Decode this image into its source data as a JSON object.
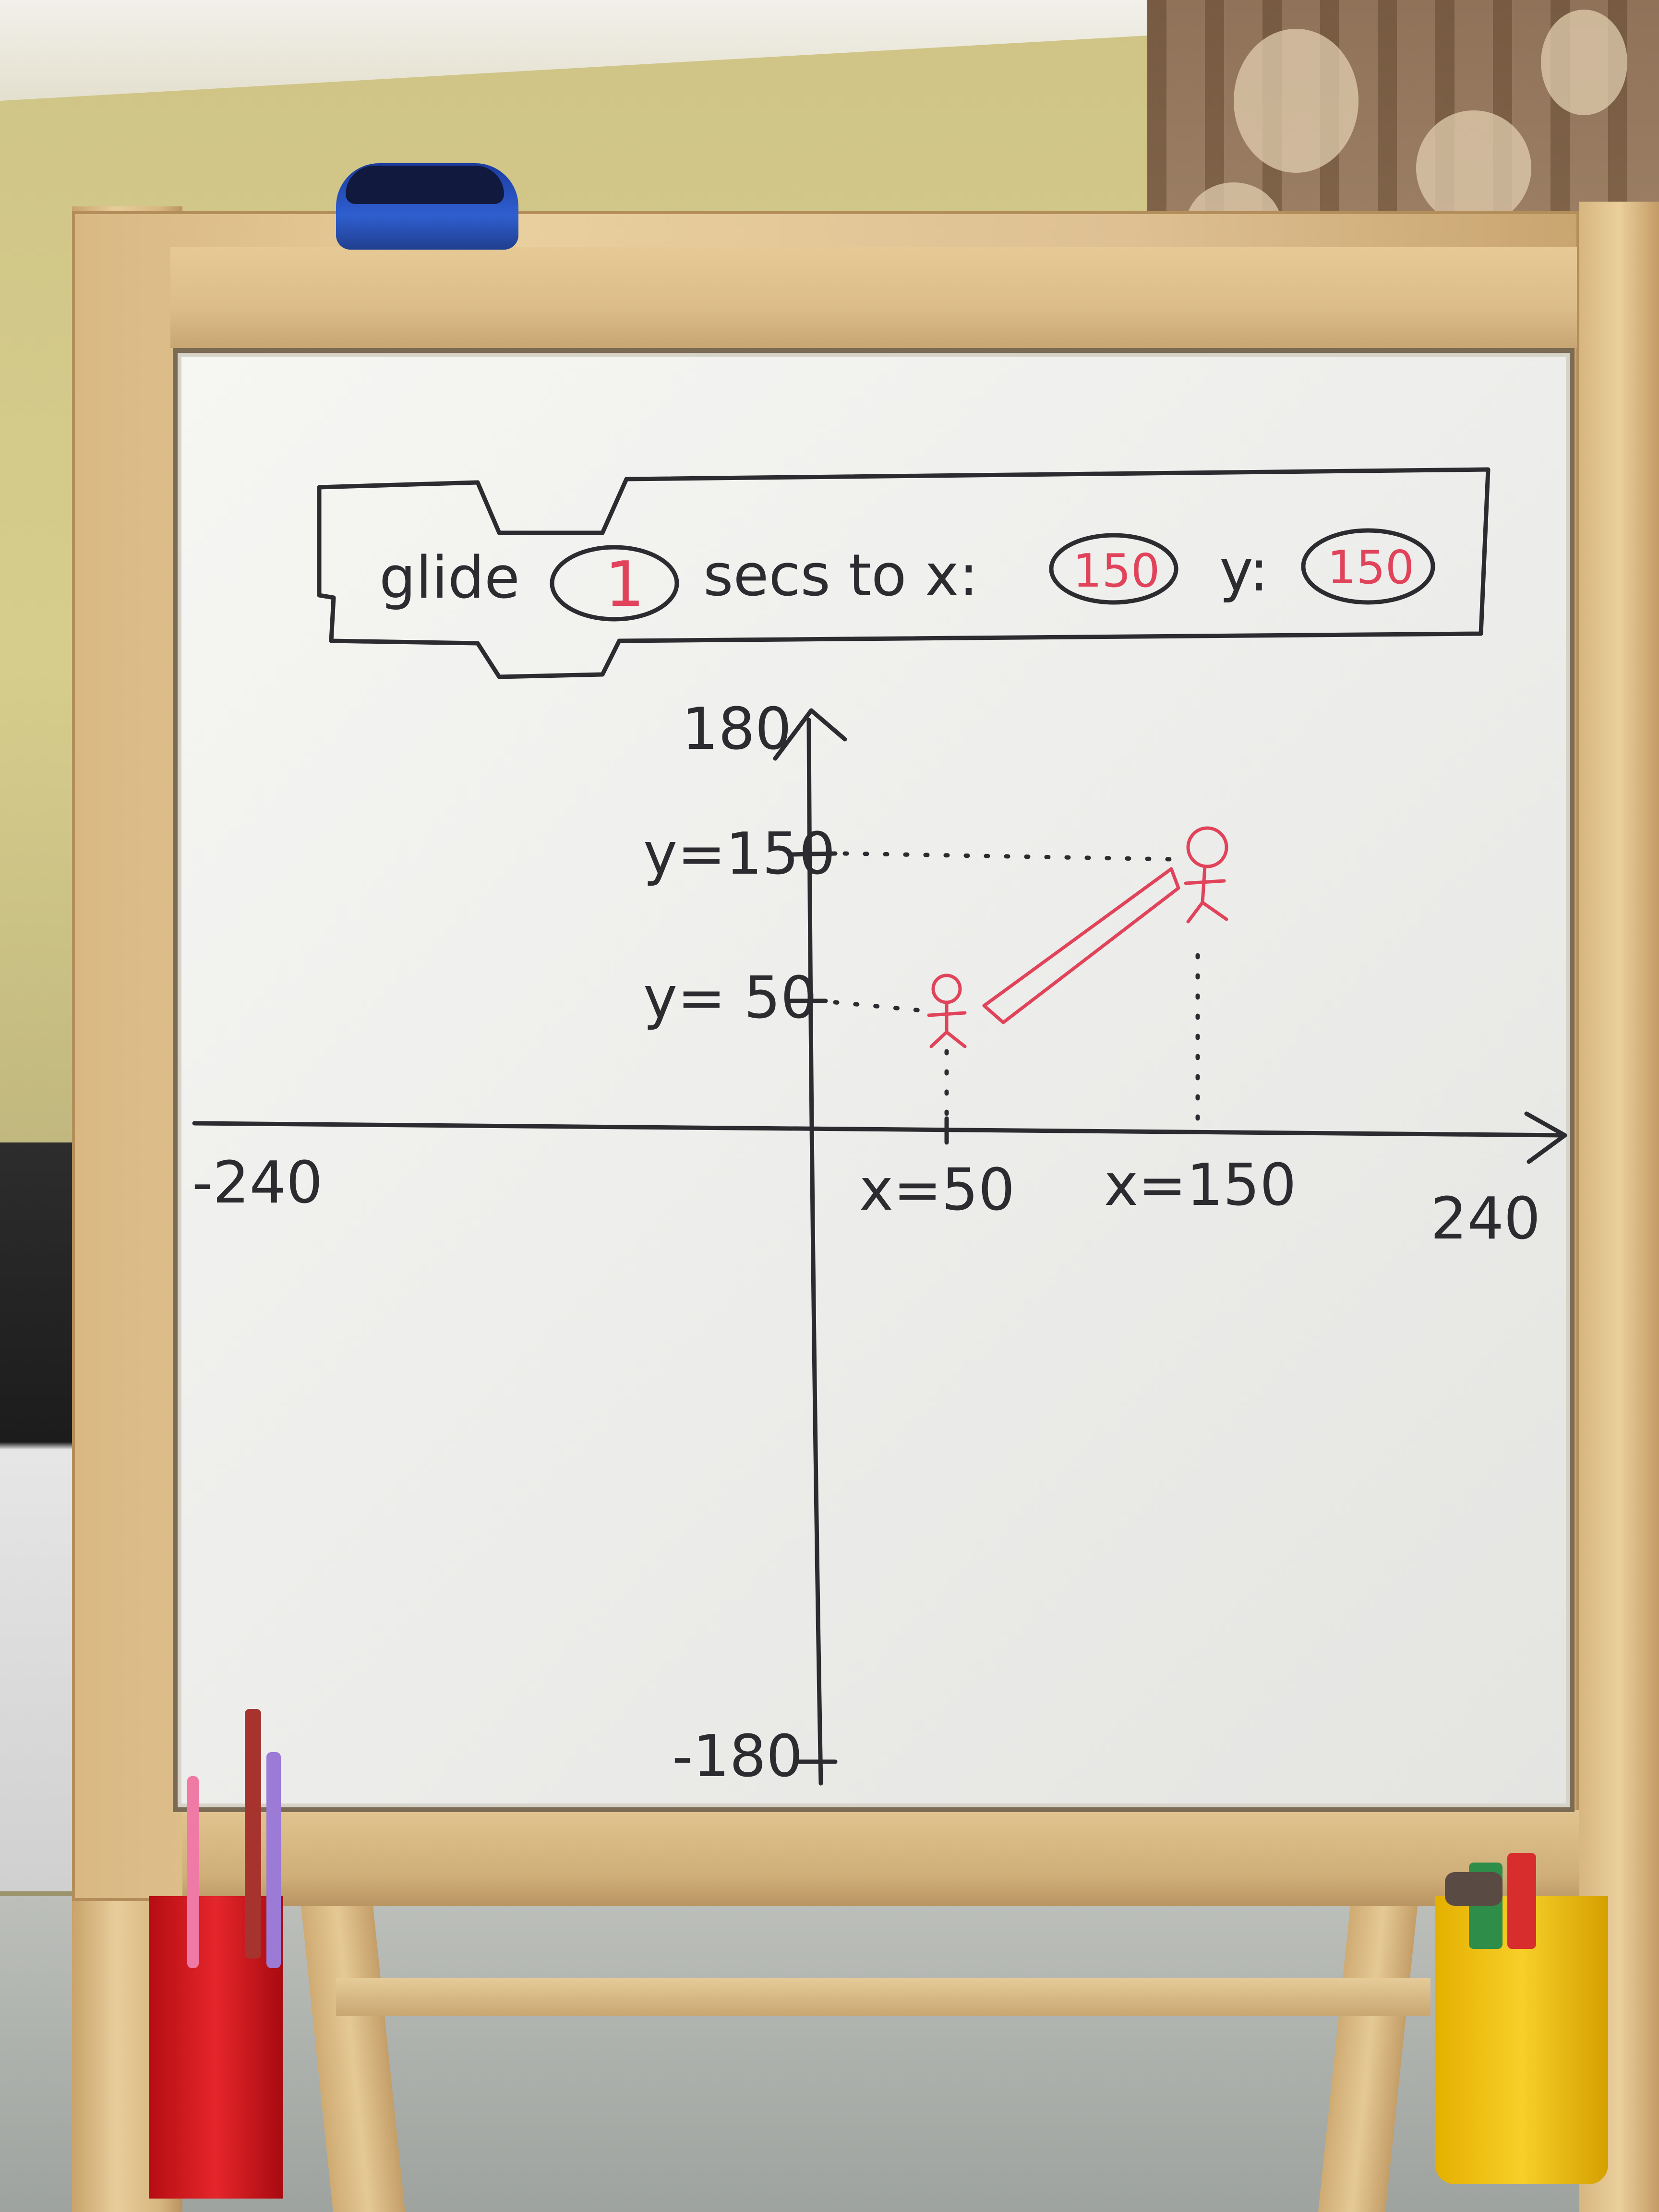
{
  "block": {
    "word_glide": "glide",
    "secs_value": "1",
    "word_secs_to_x": "secs to x:",
    "x_value": "150",
    "word_y": "y:",
    "y_value": "150"
  },
  "axes": {
    "y_top": "180",
    "y_bottom": "-180",
    "x_left": "-240",
    "x_right": "240"
  },
  "marks": {
    "y150": "y=150",
    "y50": "y= 50",
    "x50": "x=50",
    "x150": "x=150"
  },
  "colors": {
    "ink": "#2b2b30",
    "marker_red": "#e0435a",
    "board": "#f2f2ef",
    "frame_wood": "#e2c692"
  }
}
